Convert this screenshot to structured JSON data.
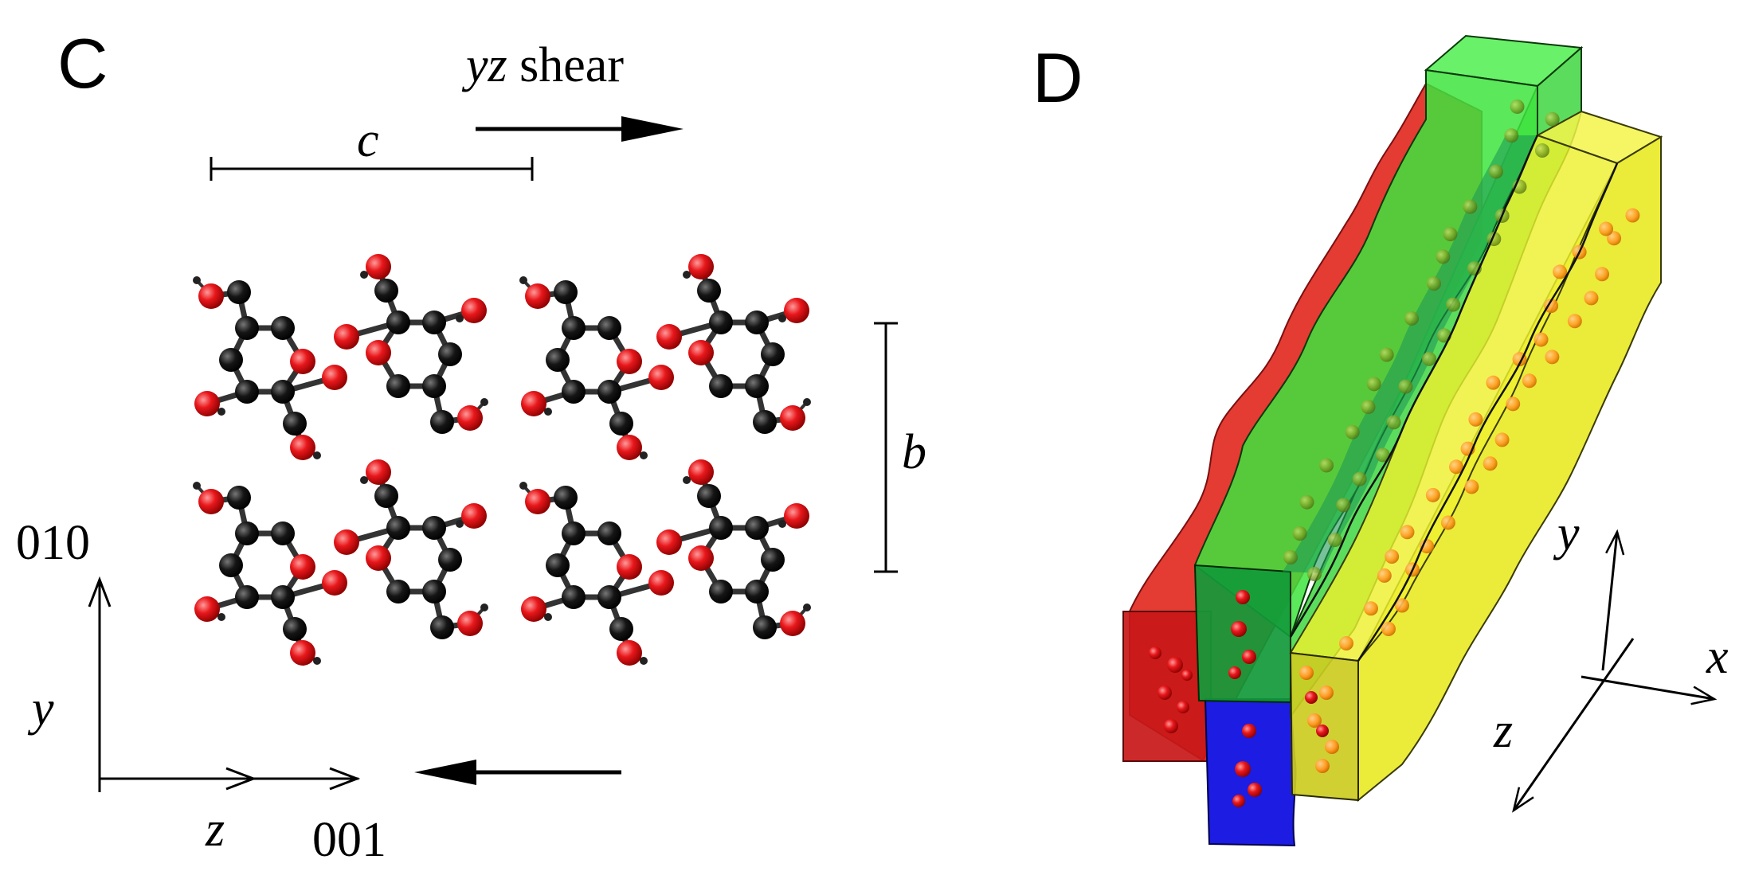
{
  "panel_c": {
    "letter": "C",
    "shear_italic": "yz",
    "shear_rest": " shear",
    "lattice_c": "c",
    "lattice_b": "b",
    "axis_010": "010",
    "axis_y": "y",
    "axis_z": "z",
    "axis_001": "001"
  },
  "panel_d": {
    "letter": "D",
    "axis_x": "x",
    "axis_y": "y",
    "axis_z": "z"
  },
  "colors": {
    "carbon": "#111111",
    "oxygen": "#e8171b",
    "hydrogen": "#222222",
    "red_block": "#e02020",
    "green_block": "#22dd22",
    "blue_block": "#1a1ae0",
    "yellow_block": "#f0f020",
    "orange_atom": "#ff9a20"
  }
}
